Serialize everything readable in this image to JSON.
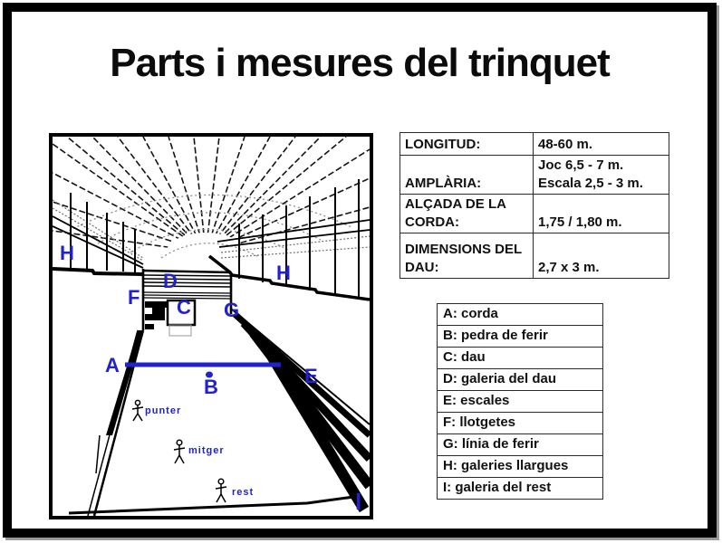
{
  "accent_color": "#2222cc",
  "title": "Parts i mesures del trinquet",
  "measures_table": {
    "rows": [
      {
        "label": "LONGITUD:",
        "value": "48-60 m."
      },
      {
        "label": "AMPLÀRIA:",
        "value": "Joc 6,5 - 7 m.\nEscala 2,5 - 3 m."
      },
      {
        "label": "ALÇADA DE LA CORDA:",
        "value": "1,75 / 1,80 m."
      },
      {
        "label": "DIMENSIONS DEL DAU:",
        "value": "2,7 x 3 m."
      }
    ]
  },
  "legend": {
    "items": [
      "A: corda",
      "B: pedra de ferir",
      "C: dau",
      "D: galeria del dau",
      "E: escales",
      "F: llotgetes",
      "G: línia de ferir",
      "H: galeries llargues",
      "I: galeria del rest"
    ]
  },
  "diagram": {
    "labels": {
      "h_left": "H",
      "d": "D",
      "f": "F",
      "c": "C",
      "g": "G",
      "h_right": "H",
      "a": "A",
      "b": "B",
      "e": "E",
      "i": "I"
    },
    "players": {
      "punter": "punter",
      "mitger": "mitger",
      "rest": "rest"
    }
  }
}
